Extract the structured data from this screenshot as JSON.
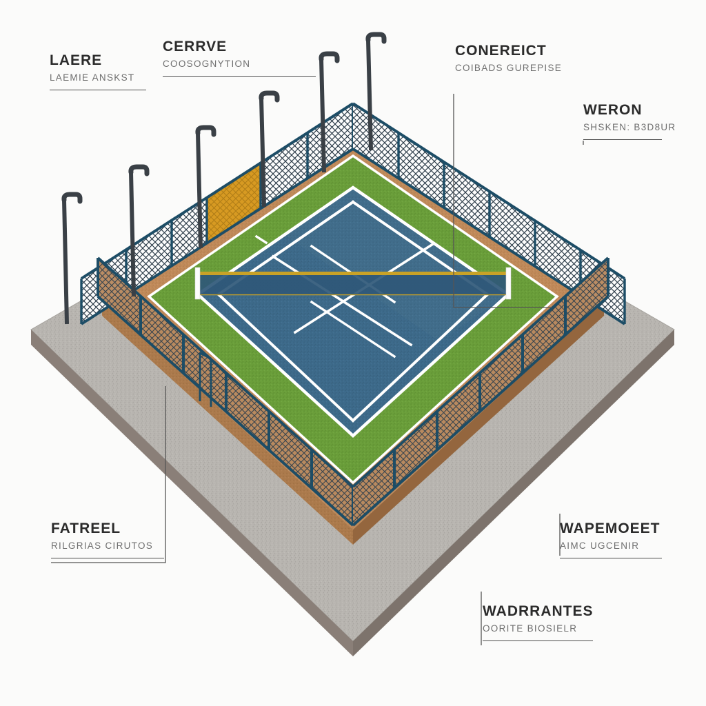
{
  "scene": {
    "title": "Isometric cutaway diagram of a fenced outdoor tennis court",
    "background_color": "#fbfbfa"
  },
  "colors": {
    "court_blue": "#3d6a8a",
    "court_blue_far": "#456f8c",
    "court_blue_dark": "#335a78",
    "court_green": "#6a9e3a",
    "court_green_dark": "#5d8f31",
    "border_tan": "#c08a5a",
    "border_tan_dark": "#a9744a",
    "concrete": "#b6b3ae",
    "concrete_edge": "#8a7f78",
    "fence_frame": "#1d4d66",
    "fence_frame_dark": "#17394d",
    "mesh_line": "#2b3b48",
    "pole_dark": "#3a4046",
    "windscreen_orange": "#d79a22",
    "line_white": "#ffffff",
    "accent_gold": "#c9a227",
    "annotation_text": "#2b2b2b",
    "annotation_sub": "#6e6e6e",
    "annotation_rule": "#4a4a4a",
    "leader_line": "#555555"
  },
  "annotations": [
    {
      "id": "laere",
      "title": "LAERE",
      "subtitle": "LAEMIE ANSKST",
      "position": "top-left"
    },
    {
      "id": "cerrve",
      "title": "CERRVE",
      "subtitle": "COOSOGNYTION",
      "position": "top-center-left"
    },
    {
      "id": "conereict",
      "title": "CONEREICT",
      "subtitle": "COIBADS GUREPISE",
      "position": "top-right"
    },
    {
      "id": "weron",
      "title": "WERON",
      "subtitle": "SHSKEN: B3D8UR",
      "position": "right-upper"
    },
    {
      "id": "fatreel",
      "title": "FATREEL",
      "subtitle": "RILGRIAS CIRUTOS",
      "position": "bottom-left"
    },
    {
      "id": "wapemoeet",
      "title": "WAPEMOEET",
      "subtitle": "AIMC UGCENIR",
      "position": "bottom-right"
    },
    {
      "id": "wadrrantes",
      "title": "WADRRANTES",
      "subtitle": "OORITE BIOSIELR",
      "position": "bottom-center-right"
    }
  ],
  "court": {
    "surface_type": "hard court",
    "playing_surface_color": "#3d6a8a",
    "surround_color": "#6a9e3a",
    "line_color": "#ffffff",
    "net_present": true,
    "net_post_color": "#ffffff",
    "net_band_color": "#c9a227"
  },
  "structure": {
    "fence_panels_visible": 22,
    "light_poles": 6,
    "windscreen_panels": 1,
    "base_layers": [
      "concrete slab",
      "tan aggregate border",
      "green surround",
      "blue playing surface"
    ]
  }
}
